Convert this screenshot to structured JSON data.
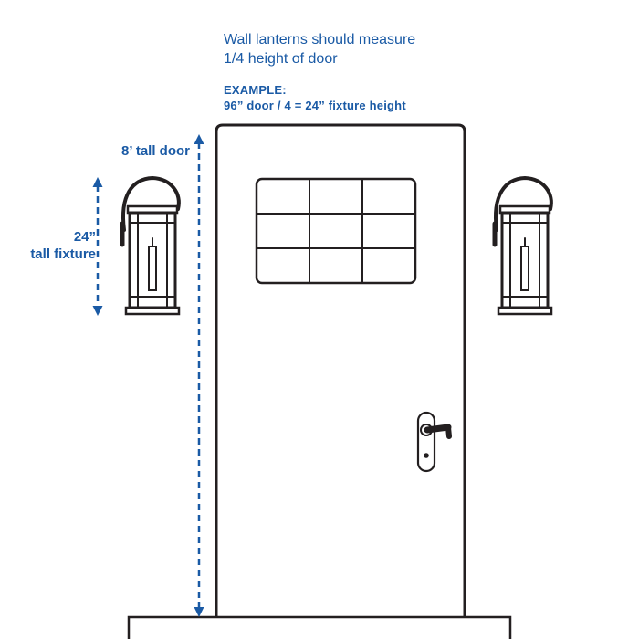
{
  "title": {
    "line1": "Wall lanterns should measure",
    "line2": "1/4 height of door"
  },
  "example": {
    "label": "EXAMPLE:",
    "formula": "96” door / 4 = 24” fixture height"
  },
  "annotations": {
    "door_height": "8’ tall door",
    "fixture_height_value": "24”",
    "fixture_height_caption": "tall fixture"
  },
  "colors": {
    "accent_blue": "#1a5aa5",
    "ink_black": "#231f20",
    "background": "#ffffff"
  }
}
